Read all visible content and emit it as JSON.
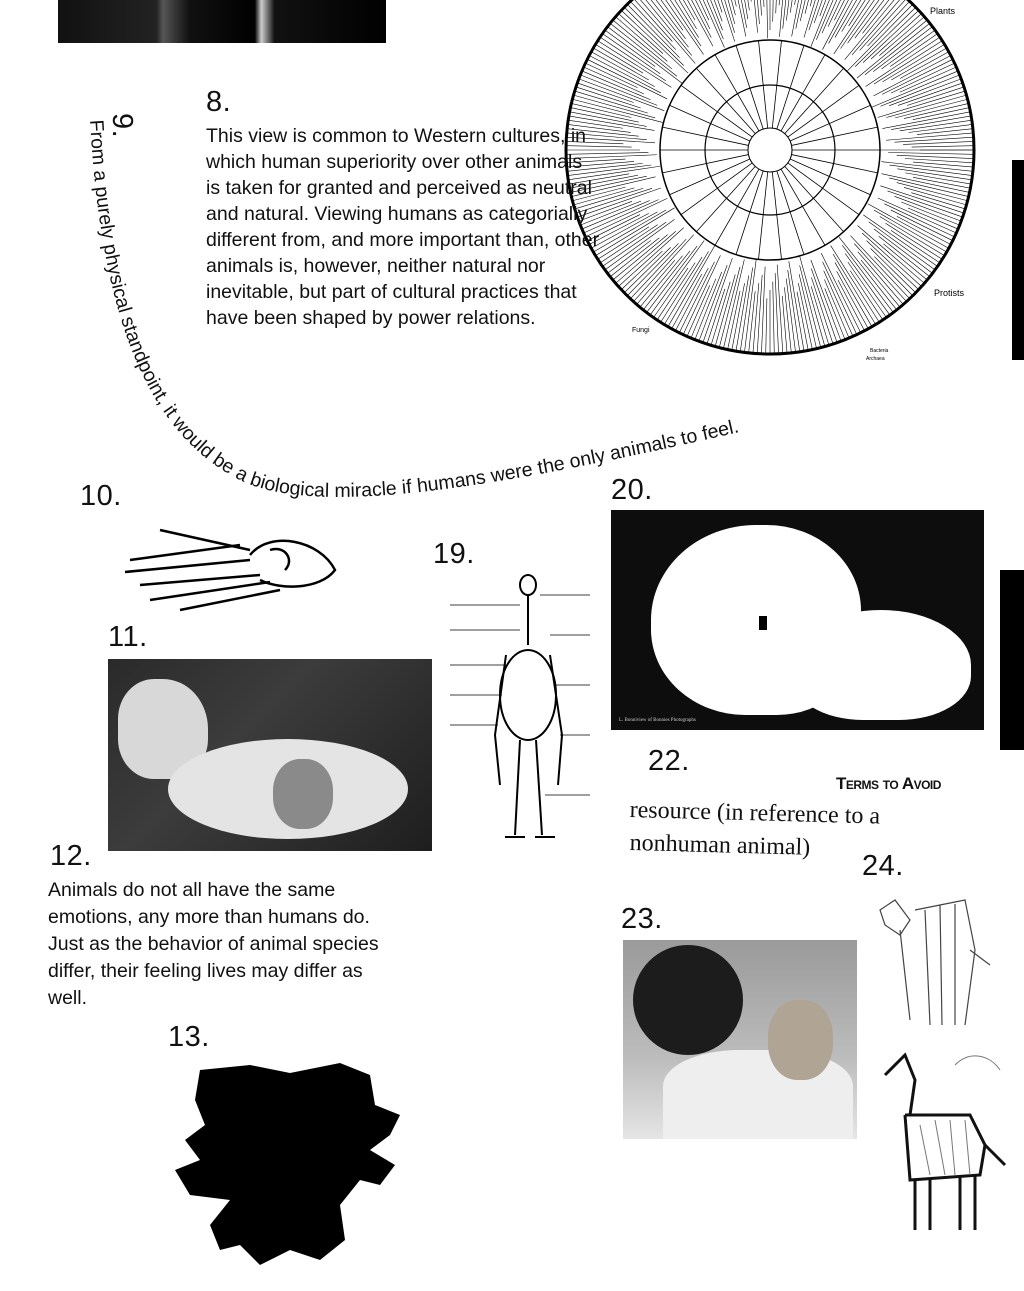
{
  "items": {
    "n8": "8.",
    "n9": "9.",
    "n10": "10.",
    "n11": "11.",
    "n12": "12.",
    "n13": "13.",
    "n19": "19.",
    "n20": "20.",
    "n22": "22.",
    "n23": "23.",
    "n24": "24."
  },
  "text8": "This view is common to Western cultures, in which human superiority over other animals is taken for granted and perceived as neutral and natural. Viewing humans as categorially different from, and more important than, other animals is, however, neither natural nor inevitable, but part of cultural practices that have been shaped by power relations.",
  "text9": "From a purely physical standpoint, it would be a biological miracle if humans were the only animals to feel.",
  "text12": "Animals do not all have the same emotions, any more than humans do. Just as the behavior of animal species differ, their feeling lives may differ as well.",
  "tree": {
    "plants": "Plants",
    "protists": "Protists",
    "fungi": "Fungi",
    "bacteria": "Bacteria",
    "archaea": "Archaea"
  },
  "terms": {
    "heading": "Terms to Avoid",
    "entry_line1": "resource (in reference to a",
    "entry_line2": "nonhuman animal)"
  },
  "photo20_caption": "L. Bonniview of Bonnies Photographs",
  "colors": {
    "ink": "#111111",
    "paper": "#ffffff"
  }
}
